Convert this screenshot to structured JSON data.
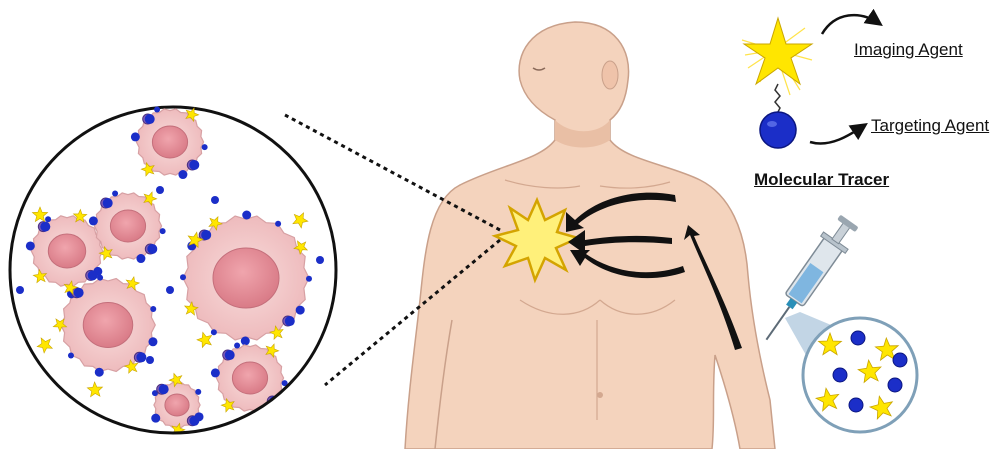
{
  "labels": {
    "imaging_agent": "Imaging Agent",
    "targeting_agent": "Targeting Agent",
    "molecular_tracer": "Molecular Tracer"
  },
  "colors": {
    "skin": "#f4d3bd",
    "skin_outline": "#c9a08a",
    "cell_outer": "#f5cfcd",
    "cell_nucleus": "#e38a93",
    "tracer_star": "#ffe600",
    "tracer_ball": "#1b2ec8",
    "arrow": "#111111",
    "tumor_burst": "#fff07a"
  },
  "icons": [
    "star-icon",
    "ball-icon",
    "syringe-icon",
    "arrow-icon",
    "magnifier-circle-icon"
  ]
}
